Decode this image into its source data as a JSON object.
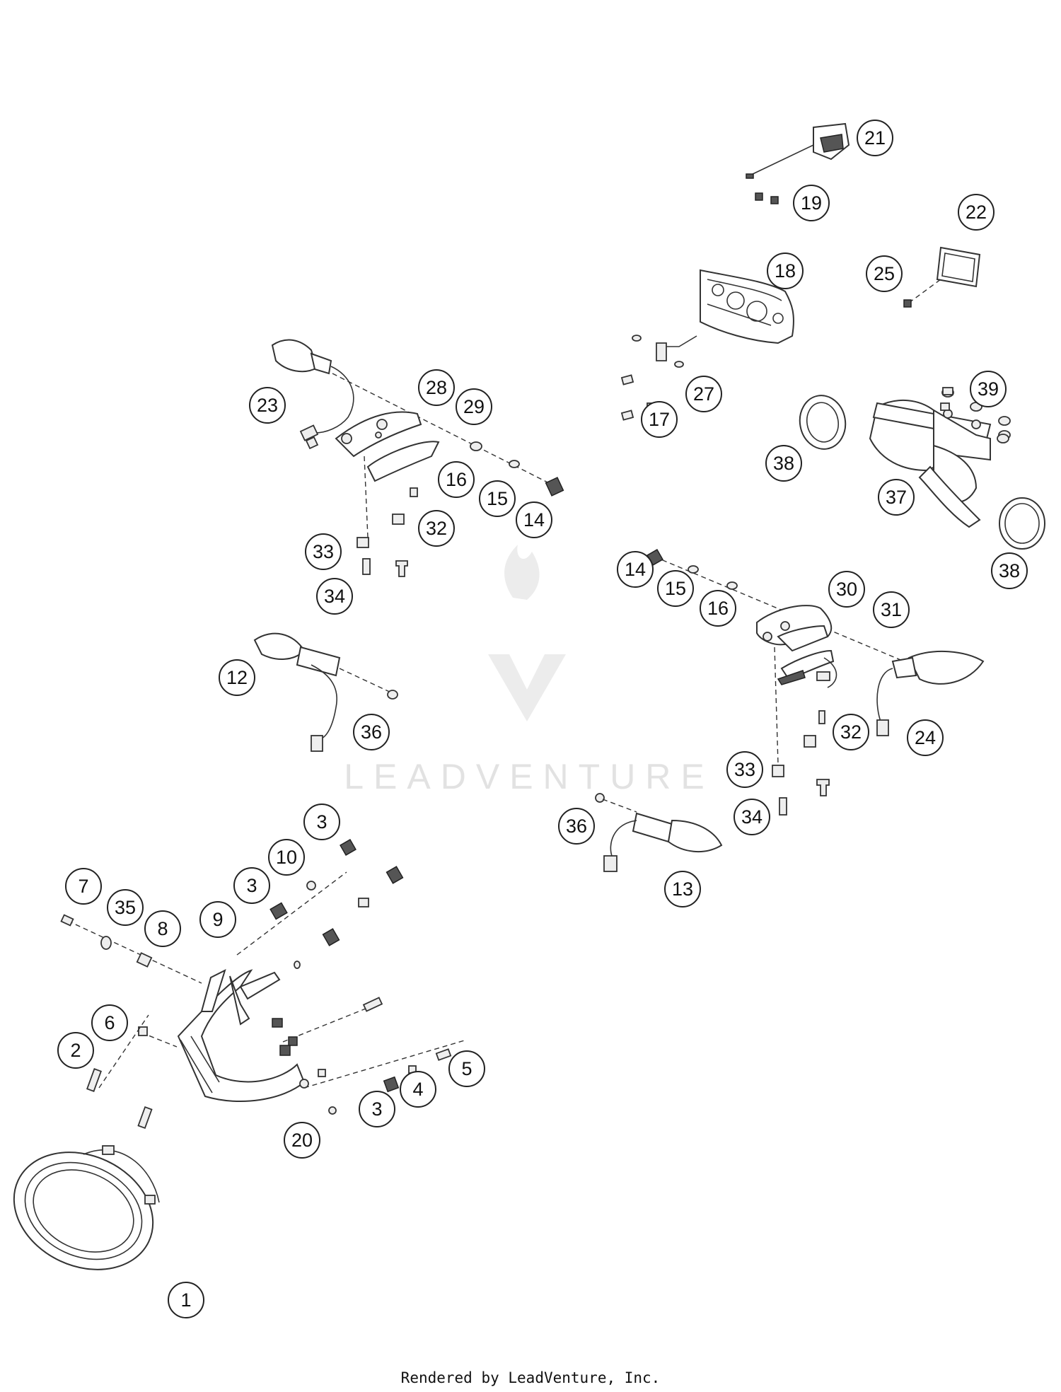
{
  "watermark": {
    "text": "LEADVENTURE"
  },
  "footer": {
    "text": "Rendered by LeadVenture, Inc."
  },
  "callouts": [
    {
      "id": "c1",
      "label": "1"
    },
    {
      "id": "c2",
      "label": "2"
    },
    {
      "id": "c3a",
      "label": "3"
    },
    {
      "id": "c3b",
      "label": "3"
    },
    {
      "id": "c3c",
      "label": "3"
    },
    {
      "id": "c4",
      "label": "4"
    },
    {
      "id": "c5",
      "label": "5"
    },
    {
      "id": "c6",
      "label": "6"
    },
    {
      "id": "c7",
      "label": "7"
    },
    {
      "id": "c8",
      "label": "8"
    },
    {
      "id": "c9",
      "label": "9"
    },
    {
      "id": "c10",
      "label": "10"
    },
    {
      "id": "c12",
      "label": "12"
    },
    {
      "id": "c13",
      "label": "13"
    },
    {
      "id": "c14a",
      "label": "14"
    },
    {
      "id": "c14b",
      "label": "14"
    },
    {
      "id": "c15a",
      "label": "15"
    },
    {
      "id": "c15b",
      "label": "15"
    },
    {
      "id": "c16a",
      "label": "16"
    },
    {
      "id": "c16b",
      "label": "16"
    },
    {
      "id": "c17",
      "label": "17"
    },
    {
      "id": "c18",
      "label": "18"
    },
    {
      "id": "c19",
      "label": "19"
    },
    {
      "id": "c20",
      "label": "20"
    },
    {
      "id": "c21",
      "label": "21"
    },
    {
      "id": "c22",
      "label": "22"
    },
    {
      "id": "c23",
      "label": "23"
    },
    {
      "id": "c24",
      "label": "24"
    },
    {
      "id": "c25",
      "label": "25"
    },
    {
      "id": "c27",
      "label": "27"
    },
    {
      "id": "c28",
      "label": "28"
    },
    {
      "id": "c29",
      "label": "29"
    },
    {
      "id": "c30",
      "label": "30"
    },
    {
      "id": "c31",
      "label": "31"
    },
    {
      "id": "c32a",
      "label": "32"
    },
    {
      "id": "c32b",
      "label": "32"
    },
    {
      "id": "c33a",
      "label": "33"
    },
    {
      "id": "c33b",
      "label": "33"
    },
    {
      "id": "c34a",
      "label": "34"
    },
    {
      "id": "c34b",
      "label": "34"
    },
    {
      "id": "c35",
      "label": "35"
    },
    {
      "id": "c36a",
      "label": "36"
    },
    {
      "id": "c36b",
      "label": "36"
    },
    {
      "id": "c37",
      "label": "37"
    },
    {
      "id": "c38a",
      "label": "38"
    },
    {
      "id": "c38b",
      "label": "38"
    },
    {
      "id": "c39",
      "label": "39"
    }
  ]
}
